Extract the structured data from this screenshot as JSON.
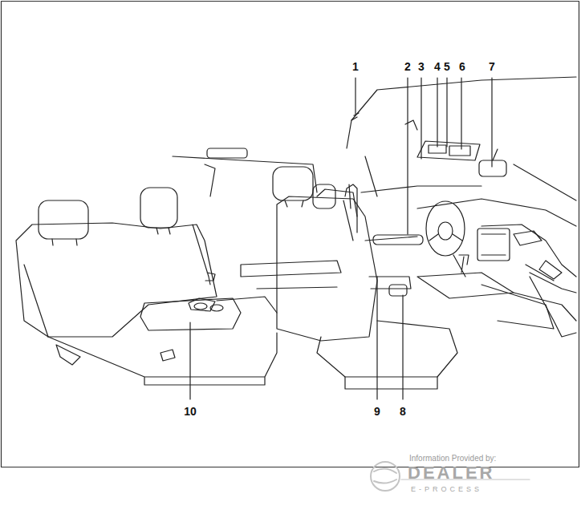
{
  "diagram": {
    "labels": [
      "1",
      "2",
      "3",
      "4",
      "5",
      "6",
      "7",
      "10",
      "9",
      "8",
      "Information Provided by:",
      "DEALER",
      "E-PROCESS"
    ]
  }
}
